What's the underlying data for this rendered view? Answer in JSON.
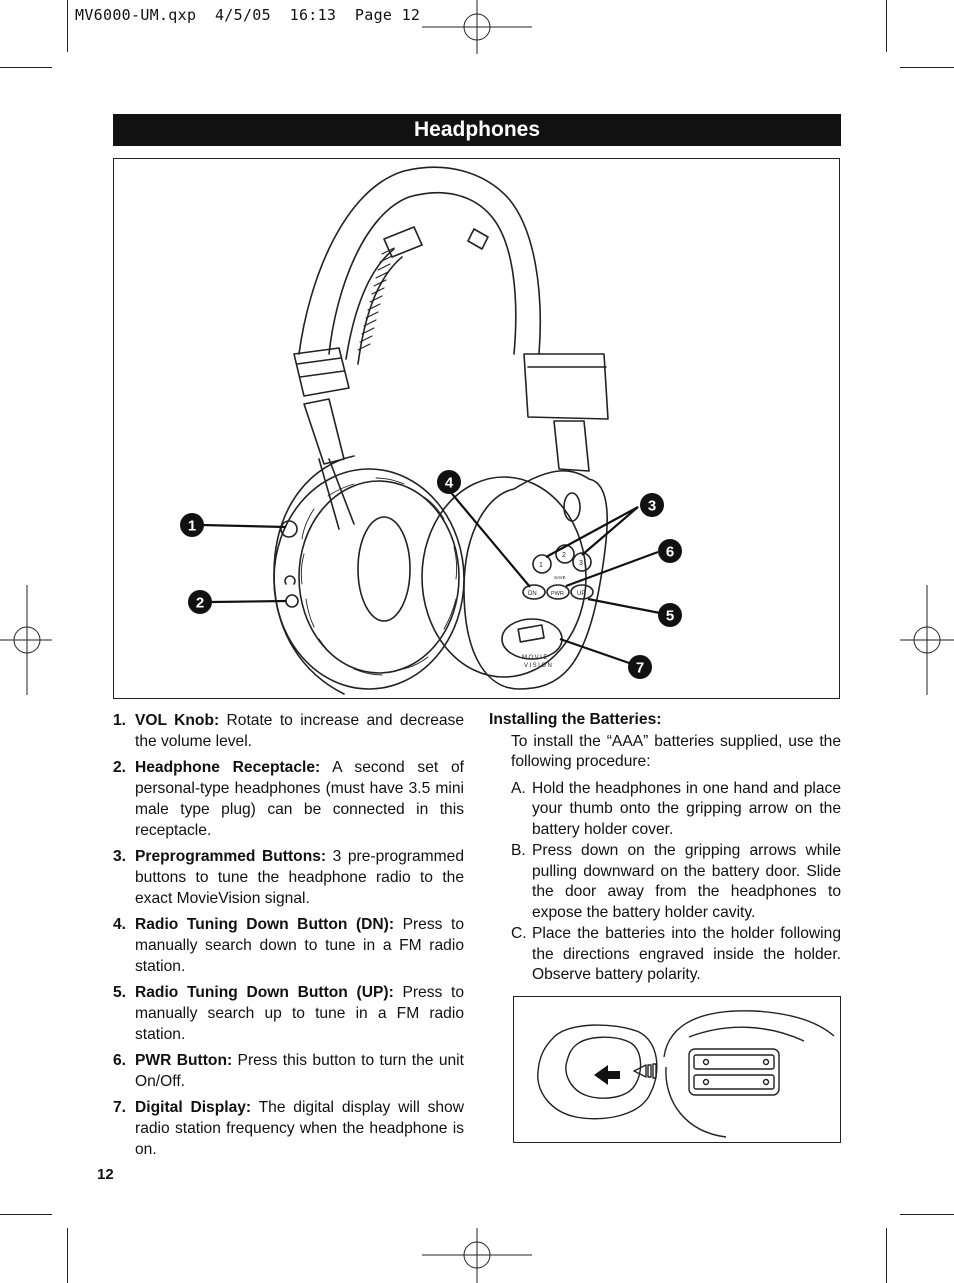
{
  "slug": "MV6000-UM.qxp  4/5/05  16:13  Page 12",
  "section_title": "Headphones",
  "callouts": [
    "1",
    "2",
    "3",
    "4",
    "5",
    "6",
    "7"
  ],
  "headphone_labels": {
    "preset1": "1",
    "preset2": "2",
    "preset3": "3",
    "dn": "DN",
    "pwr": "PWR",
    "up": "UP",
    "save": "SAVE",
    "brand_line1": "MOVIE",
    "brand_line2": "VISION"
  },
  "features": [
    {
      "num": "1.",
      "term": "VOL Knob:",
      "text": " Rotate to increase and decrease the volume level."
    },
    {
      "num": "2.",
      "term": "Headphone Receptacle:",
      "text": " A second set of personal-type headphones (must have 3.5 mini male type plug) can be connected in this receptacle."
    },
    {
      "num": "3.",
      "term": "Preprogrammed Buttons:",
      "text": " 3 pre-programmed buttons to tune the headphone radio to the exact MovieVision signal."
    },
    {
      "num": "4.",
      "term": "Radio Tuning Down Button (DN):",
      "text": " Press to manually search down to tune in a FM radio station."
    },
    {
      "num": "5.",
      "term": "Radio Tuning Down Button (UP):",
      "text": " Press to manually search up to tune in a FM radio station."
    },
    {
      "num": "6.",
      "term": "PWR Button:",
      "text": " Press this button to turn the unit On/Off."
    },
    {
      "num": "7.",
      "term": "Digital Display:",
      "text": " The digital display will show radio station frequency when the headphone is on."
    }
  ],
  "batteries": {
    "heading": "Installing the Batteries:",
    "intro": "To install the “AAA” batteries supplied, use the following procedure:",
    "steps": [
      {
        "letter": "A.",
        "text": "Hold the headphones in one hand and place your thumb onto the gripping arrow on the battery holder cover."
      },
      {
        "letter": "B.",
        "text": "Press down on the gripping arrows while pulling downward on the battery door. Slide the door away from the headphones to expose the battery holder cavity."
      },
      {
        "letter": "C.",
        "text": "Place the batteries into the holder following the directions engraved inside the holder. Observe battery polarity."
      }
    ]
  },
  "page_number": "12"
}
